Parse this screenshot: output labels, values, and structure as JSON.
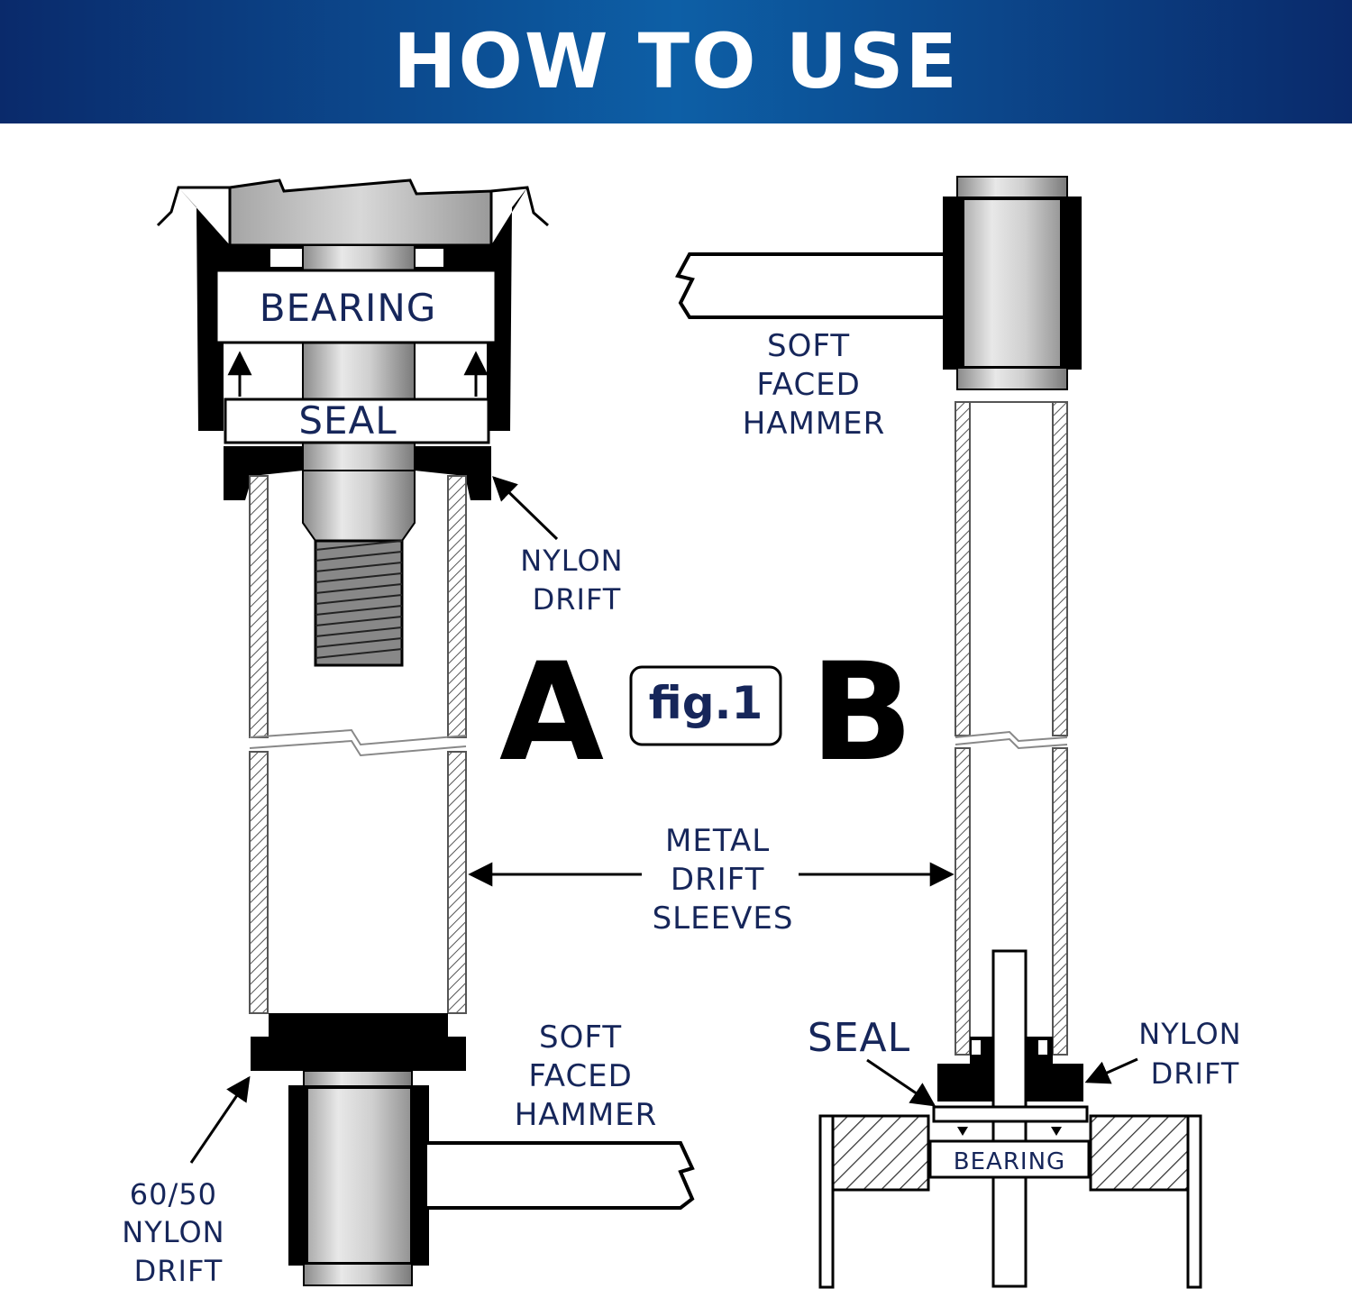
{
  "header": {
    "title": "HOW TO USE"
  },
  "figure": {
    "badge": "fig.1",
    "letter_a": "A",
    "letter_b": "B"
  },
  "panel_a": {
    "bearing": "BEARING",
    "seal": "SEAL",
    "nylon_drift": [
      "NYLON",
      "DRIFT"
    ],
    "hammer": [
      "SOFT",
      "FACED",
      "HAMMER"
    ],
    "bottom_drift": [
      "60/50",
      "NYLON",
      "DRIFT"
    ]
  },
  "panel_b": {
    "hammer": [
      "SOFT",
      "FACED",
      "HAMMER"
    ],
    "seal": "SEAL",
    "nylon_drift": [
      "NYLON",
      "DRIFT"
    ],
    "bearing": "BEARING"
  },
  "sleeves": [
    "METAL",
    "DRIFT",
    "SLEEVES"
  ],
  "colors": {
    "banner_dark": "#0a2a6b",
    "banner_light": "#0d5fa6",
    "label": "#16265a"
  }
}
